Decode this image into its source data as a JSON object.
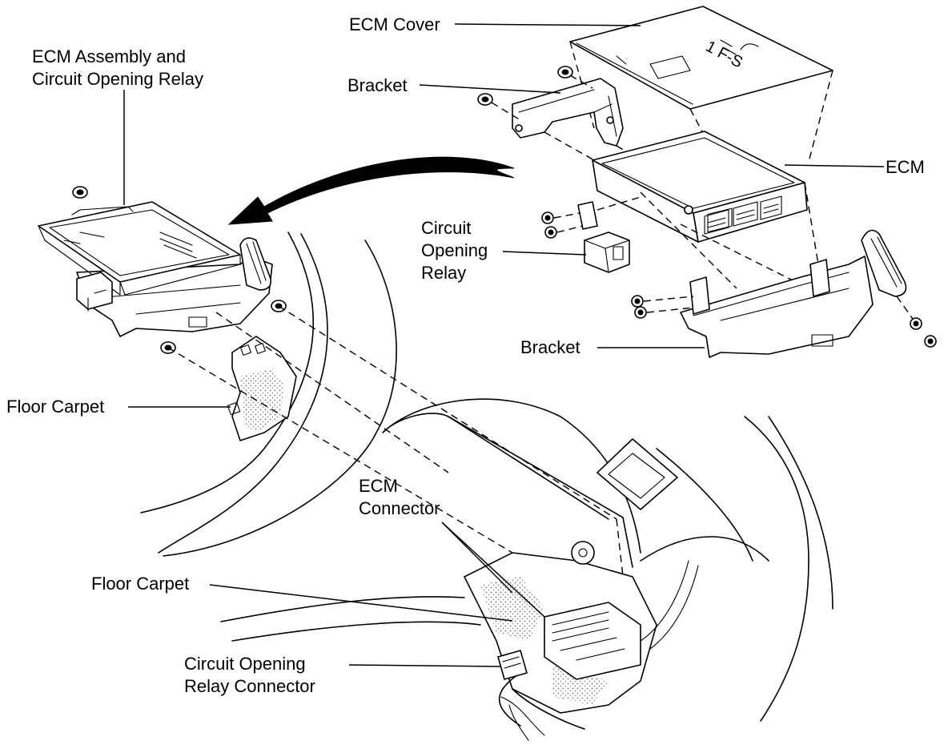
{
  "labels": {
    "ecm_cover": "ECM Cover",
    "ecm_assembly_line1": "ECM Assembly and",
    "ecm_assembly_line2": "Circuit Opening Relay",
    "bracket_top": "Bracket",
    "ecm": "ECM",
    "relay_line1": "Circuit",
    "relay_line2": "Opening",
    "relay_line3": "Relay",
    "bracket_bottom": "Bracket",
    "floor_carpet_upper": "Floor Carpet",
    "ecm_connector_line1": "ECM",
    "ecm_connector_line2": "Connector",
    "floor_carpet_lower": "Floor Carpet",
    "relay_connector_line1": "Circuit Opening",
    "relay_connector_line2": "Relay Connector"
  },
  "cover_marking": "1 F-S",
  "colors": {
    "ink": "#000000",
    "paper": "#ffffff"
  }
}
